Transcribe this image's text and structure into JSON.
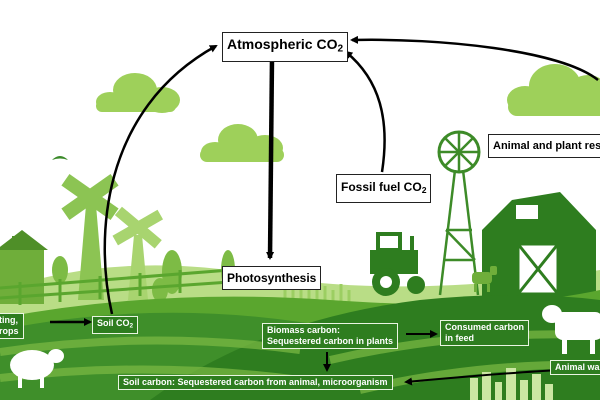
{
  "labels": {
    "atmospheric": {
      "text": "Atmospheric CO",
      "sub": "2"
    },
    "respiration": {
      "text": "Animal and plant resp"
    },
    "fossil": {
      "text": "Fossil fuel CO",
      "sub": "2"
    },
    "photosynthesis": {
      "text": "Photosynthesis"
    },
    "harvest_line1": {
      "text": "ting,"
    },
    "harvest_line2": {
      "text": "rops"
    },
    "soil_co2": {
      "text": "Soil CO",
      "sub": "2"
    },
    "biomass_line1": {
      "text": "Biomass carbon:"
    },
    "biomass_line2": {
      "text": "Sequestered carbon in plants"
    },
    "consumed_line1": {
      "text": "Consumed carbon"
    },
    "consumed_line2": {
      "text": "in feed"
    },
    "animal_waste": {
      "text": "Animal wa"
    },
    "soil_carbon": {
      "text": "Soil carbon: Sequestered carbon from animal, microorganism"
    }
  },
  "colors": {
    "sky_cloud": "#9ed05a",
    "dark_green": "#2e7d1f",
    "mid_green": "#5aa62e",
    "light_green": "#a8d46f",
    "arrow": "#000000"
  }
}
